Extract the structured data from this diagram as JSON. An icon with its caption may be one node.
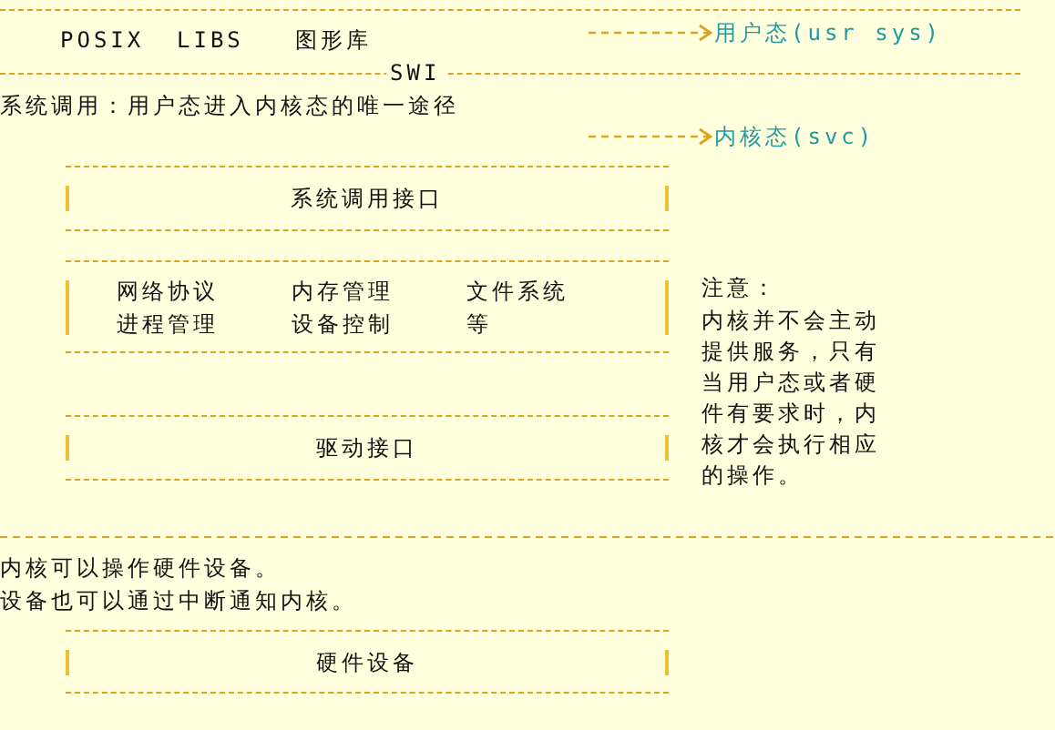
{
  "diagram": {
    "nodes": [
      {
        "text": [
          "POSIX",
          "LIBS",
          "图形库"
        ]
      },
      {
        "text": [
          "用户态(usr sys)"
        ],
        "in": 0
      },
      {
        "text": [
          "内核态(svc)"
        ]
      },
      {
        "text": [
          "系统调用接口"
        ]
      },
      {
        "text": [
          "网络协议",
          "内存管理",
          "文件系统",
          "进程管理",
          "设备控制",
          "等"
        ]
      },
      {
        "text": [
          "驱动接口"
        ]
      },
      {
        "text": [
          "硬件设备"
        ]
      }
    ],
    "edges": [
      {
        "from": null,
        "to": 1,
        "arrow": "to",
        "style": "dashed"
      },
      {
        "from": null,
        "to": 2,
        "arrow": "to",
        "style": "dashed"
      }
    ],
    "labels": [
      "SWI",
      "系统调用：用户态进入内核态的唯一途径",
      "注意：",
      "内核并不会主动提供服务，只有当用户态或者硬件有要求时，内核才会执行相应的操作。",
      "内核可以操作硬件设备。",
      "设备也可以通过中断通知内核。"
    ]
  }
}
